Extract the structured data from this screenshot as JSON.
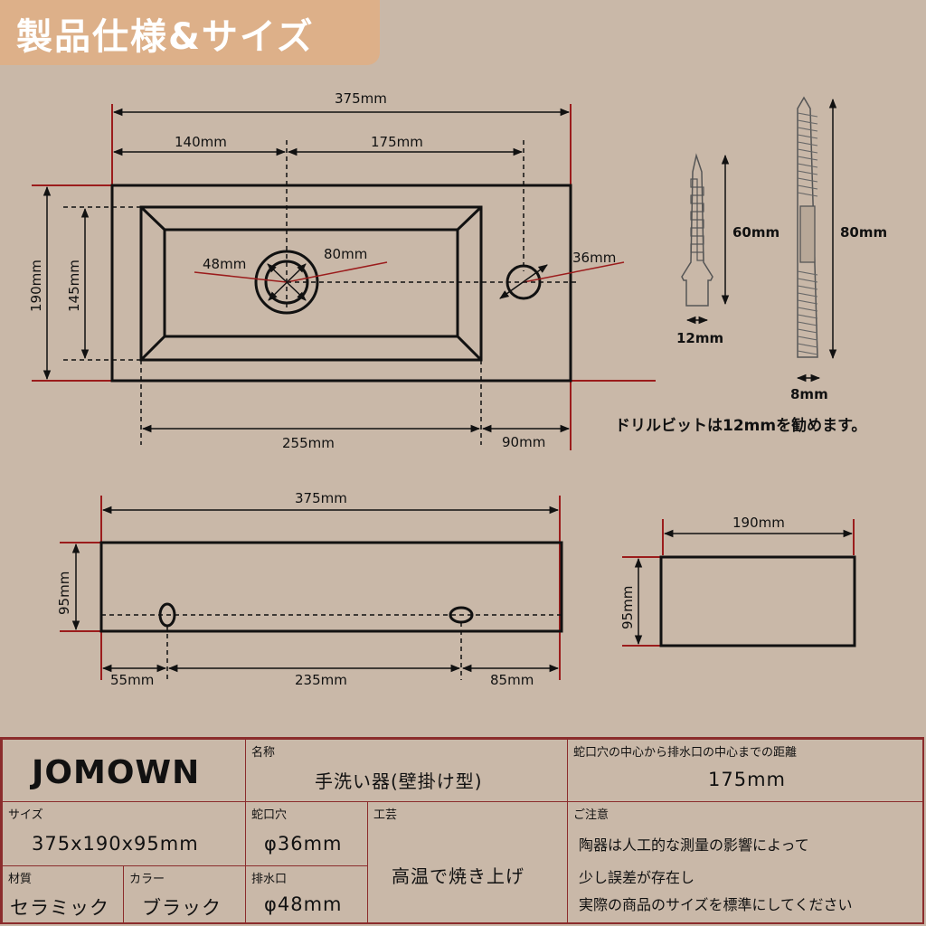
{
  "header": {
    "title": "製品仕様&サイズ"
  },
  "top_view": {
    "overall_width": "375mm",
    "faucet_from_left": "140mm",
    "faucet_to_drain": "175mm",
    "overall_depth": "190mm",
    "basin_depth": "145mm",
    "drain_dia": "48mm",
    "drain_outer": "80mm",
    "faucet_dia": "36mm",
    "basin_length": "255mm",
    "right_margin": "90mm"
  },
  "hardware": {
    "anchor_length": "60mm",
    "anchor_dia": "12mm",
    "bolt_length": "80mm",
    "bolt_dia": "8mm",
    "drill_note": "ドリルビットは12mmを勧めます。"
  },
  "front_view": {
    "width": "375mm",
    "height": "95mm",
    "hole_left": "55mm",
    "hole_spacing": "235mm",
    "hole_right": "85mm"
  },
  "side_view": {
    "depth": "190mm",
    "height": "95mm"
  },
  "spec_table": {
    "brand": "JOMOWN",
    "name_label": "名称",
    "name_value": "手洗い器(壁掛け型)",
    "distance_label": "蛇口穴の中心から排水口の中心までの距離",
    "distance_value": "175mm",
    "size_label": "サイズ",
    "size_value": "375x190x95mm",
    "faucet_label": "蛇口穴",
    "faucet_value": "φ36mm",
    "craft_label": "工芸",
    "craft_value": "高温で焼き上げ",
    "caution_label": "ご注意",
    "caution_lines": [
      "陶器は人工的な測量の影響によって",
      "少し誤差が存在し",
      "実際の商品のサイズを標準にしてください"
    ],
    "material_label": "材質",
    "material_value": "セラミック",
    "color_label": "カラー",
    "color_value": "ブラック",
    "drain_label": "排水口",
    "drain_value": "φ48mm"
  },
  "colors": {
    "background": "#c9b8a8",
    "accent": "#ddb089",
    "dim_red": "#9b1c1c",
    "table_border": "#8b2c2c"
  }
}
